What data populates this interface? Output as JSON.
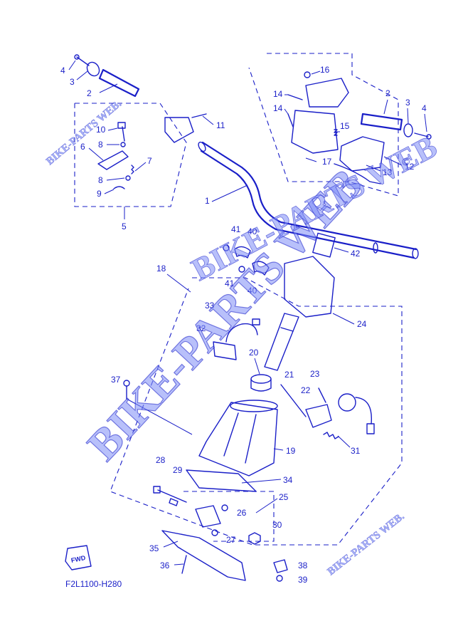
{
  "diagram": {
    "code": "F2L1100-H280",
    "fwd_label": "FWD",
    "watermark_main": "BIKE-PARTS WEB",
    "watermark_corner": "BIKE-PARTS WEB.",
    "watermark_symbol": "©",
    "colors": {
      "line": "#1a1fc8",
      "watermark": "#7d8cf5"
    },
    "callouts": [
      "1",
      "2",
      "3",
      "4",
      "5",
      "6",
      "7",
      "8",
      "9",
      "10",
      "11",
      "12",
      "13",
      "14",
      "15",
      "16",
      "17",
      "18",
      "19",
      "20",
      "21",
      "22",
      "23",
      "24",
      "25",
      "26",
      "27",
      "28",
      "29",
      "30",
      "31",
      "32",
      "33",
      "34",
      "35",
      "36",
      "37",
      "38",
      "39",
      "40",
      "41",
      "42"
    ]
  }
}
